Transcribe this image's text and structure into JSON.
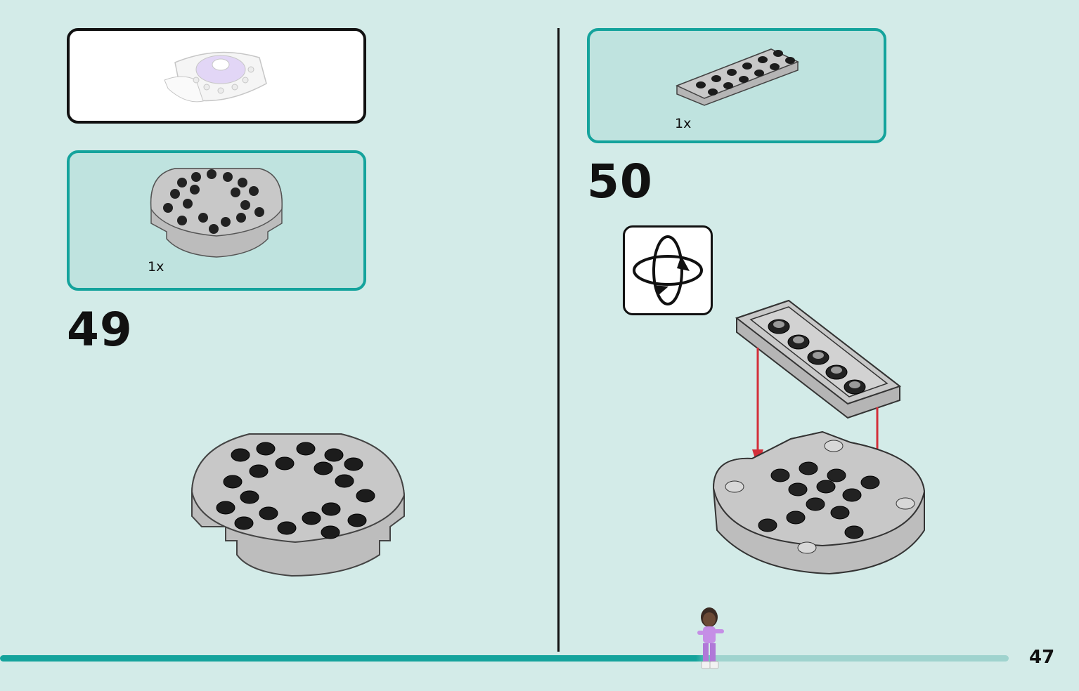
{
  "page": {
    "number": "47",
    "progress_percent": 70
  },
  "left_column": {
    "preview": {
      "icon": "completed-model-preview"
    },
    "parts_needed": {
      "quantity_label": "1x",
      "part": "round-plate-with-studs-gray"
    },
    "step": {
      "number": "49"
    }
  },
  "right_column": {
    "parts_needed": {
      "quantity_label": "1x",
      "part": "plate-2x6-gray"
    },
    "step": {
      "number": "50",
      "rotate_icon": "rotate-model-icon"
    }
  },
  "colors": {
    "background": "#d3ebe8",
    "accent": "#14a39c",
    "part_gray": "#c8c8c8",
    "arrow_red": "#d32f3a",
    "minifig_purple": "#c58ee6"
  }
}
